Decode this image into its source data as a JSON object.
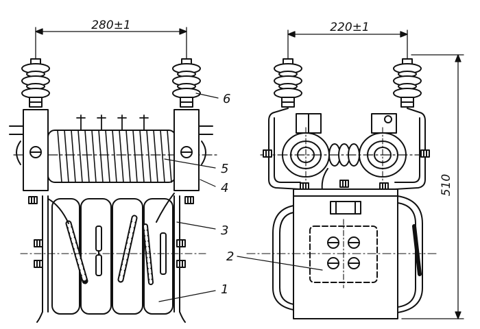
{
  "dimensions": {
    "left_width": "280±1",
    "right_width": "220±1",
    "height": "510"
  },
  "callouts": [
    "1",
    "2",
    "3",
    "4",
    "5",
    "6"
  ],
  "colors": {
    "ink": "#111111",
    "paper": "#ffffff"
  }
}
